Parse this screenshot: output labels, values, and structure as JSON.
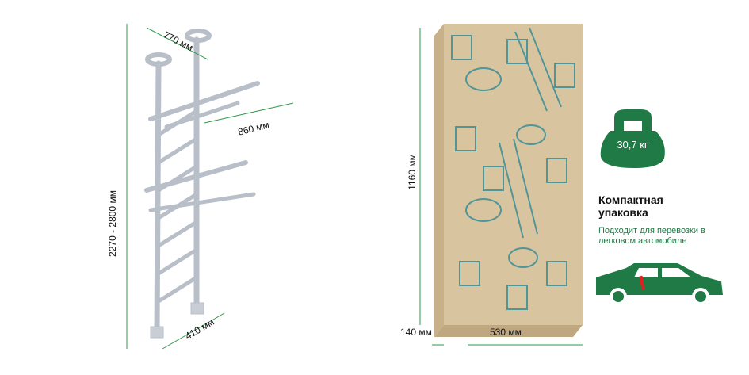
{
  "ladder": {
    "width_top": "770 мм",
    "bar_depth": "860 мм",
    "height_range": "2270 - 2800 мм",
    "base_depth": "410 мм"
  },
  "package": {
    "height": "1160 мм",
    "thickness": "140 мм",
    "width": "530 мм"
  },
  "weight": {
    "label": "30,7 кг"
  },
  "info": {
    "title": "Компактная упаковка",
    "subtitle": "Подходит для перевозки в легковом автомобиле"
  },
  "colors": {
    "accent": "#1f7a45",
    "dim_line": "#2e9a4a",
    "box": "#d9c4a0",
    "box_print": "#2f8a95",
    "frame": "#c9ced6"
  }
}
